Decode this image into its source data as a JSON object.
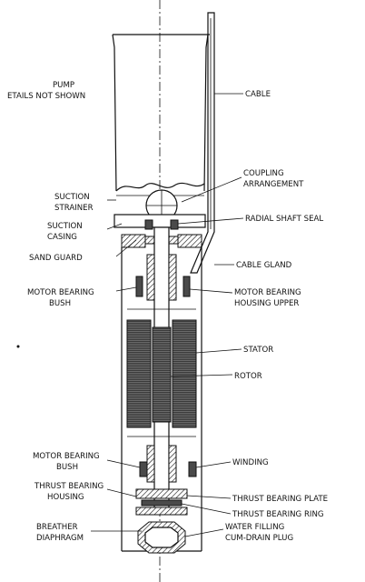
{
  "labels": {
    "pump_line1": "PUMP",
    "pump_line2": "ETAILS NOT SHOWN",
    "cable": "CABLE",
    "coupling_line1": "COUPLING",
    "coupling_line2": "ARRANGEMENT",
    "suction_strainer_line1": "SUCTION",
    "suction_strainer_line2": "STRAINER",
    "suction_casing_line1": "SUCTION",
    "suction_casing_line2": "CASING",
    "radial_shaft_seal": "RADIAL SHAFT SEAL",
    "sand_guard": "SAND GUARD",
    "cable_gland": "CABLE GLAND",
    "motor_bearing_bush_top_line1": "MOTOR BEARING",
    "motor_bearing_bush_top_line2": "BUSH",
    "motor_bearing_housing_line1": "MOTOR BEARING",
    "motor_bearing_housing_line2": "HOUSING UPPER",
    "stator": "STATOR",
    "rotor": "ROTOR",
    "motor_bearing_bush_bottom_line1": "MOTOR BEARING",
    "motor_bearing_bush_bottom_line2": "BUSH",
    "winding": "WINDING",
    "thrust_bearing_housing_line1": "THRUST BEARING",
    "thrust_bearing_housing_line2": "HOUSING",
    "thrust_bearing_plate": "THRUST BEARING PLATE",
    "thrust_bearing_ring": "THRUST BEARING RING",
    "breather_line1": "BREATHER",
    "breather_line2": "DIAPHRAGM",
    "water_filling_line1": "WATER FILLING",
    "water_filling_line2": "CUM-DRAIN PLUG"
  }
}
